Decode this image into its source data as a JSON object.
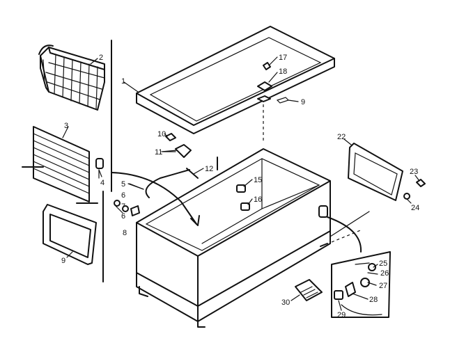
{
  "parts": [
    {
      "id": "1",
      "label": "1"
    },
    {
      "id": "2",
      "label": "2"
    },
    {
      "id": "3",
      "label": "3"
    },
    {
      "id": "4",
      "label": "4"
    },
    {
      "id": "5",
      "label": "5"
    },
    {
      "id": "6a",
      "label": "6"
    },
    {
      "id": "6b",
      "label": "6"
    },
    {
      "id": "7",
      "label": "7"
    },
    {
      "id": "8",
      "label": "8"
    },
    {
      "id": "9a",
      "label": "9"
    },
    {
      "id": "9b",
      "label": "9"
    },
    {
      "id": "10",
      "label": "10"
    },
    {
      "id": "11",
      "label": "11"
    },
    {
      "id": "12",
      "label": "12"
    },
    {
      "id": "15",
      "label": "15"
    },
    {
      "id": "16",
      "label": "16"
    },
    {
      "id": "17",
      "label": "17"
    },
    {
      "id": "18",
      "label": "18"
    },
    {
      "id": "22",
      "label": "22"
    },
    {
      "id": "23",
      "label": "23"
    },
    {
      "id": "24",
      "label": "24"
    },
    {
      "id": "25",
      "label": "25"
    },
    {
      "id": "26",
      "label": "26"
    },
    {
      "id": "27",
      "label": "27"
    },
    {
      "id": "28",
      "label": "28"
    },
    {
      "id": "29",
      "label": "29"
    },
    {
      "id": "30",
      "label": "30"
    }
  ]
}
